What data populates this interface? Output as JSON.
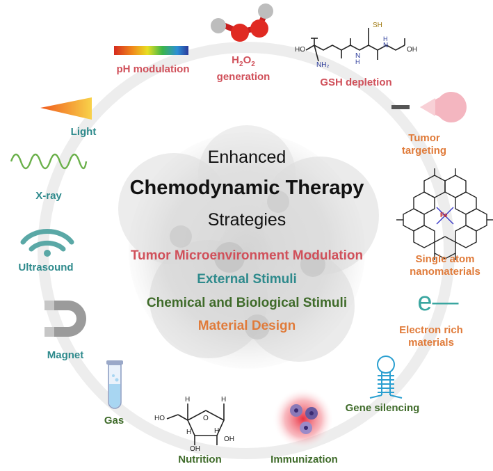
{
  "title": {
    "line1": "Enhanced",
    "line2": "Chemodynamic Therapy",
    "line3": "Strategies"
  },
  "categories": [
    {
      "label": "Tumor Microenvironment Modulation",
      "color": "#d0505a"
    },
    {
      "label": "External Stimuli",
      "color": "#2e8a8c"
    },
    {
      "label": "Chemical and Biological Stimuli",
      "color": "#3f6b2a"
    },
    {
      "label": "Material Design",
      "color": "#e07b3a"
    }
  ],
  "strategies": {
    "ph": "pH modulation",
    "h2o2_a": "H",
    "h2o2_sub1": "2",
    "h2o2_b": "O",
    "h2o2_sub2": "2",
    "h2o2_line2": "generation",
    "gsh": "GSH depletion",
    "tumor1": "Tumor",
    "tumor2": "targeting",
    "single1": "Single atom",
    "single2": "nanomaterials",
    "electron1": "Electron rich",
    "electron2": "materials",
    "electron_symbol": "e—",
    "gene": "Gene silencing",
    "immunization": "Immunization",
    "nutrition": "Nutrition",
    "gas": "Gas",
    "magnet": "Magnet",
    "ultrasound": "Ultrasound",
    "xray": "X-ray",
    "light": "Light"
  },
  "chem": {
    "gsh_sh": "SH",
    "gsh_ho": "HO",
    "gsh_oh": "OH",
    "gsh_nh2": "NH₂",
    "gsh_n1": "N",
    "gsh_n2": "N",
    "gsh_h1": "H",
    "gsh_h2": "H",
    "fe": "Fe",
    "ho": "HO",
    "oh1": "OH",
    "oh2": "OH",
    "h1": "H",
    "h2": "H",
    "h3": "H",
    "h4": "H",
    "o": "O"
  },
  "colors": {
    "red": "#d0505a",
    "teal": "#2e8a8c",
    "green": "#3f6b2a",
    "orange": "#e07b3a",
    "ring": "#ececec"
  }
}
